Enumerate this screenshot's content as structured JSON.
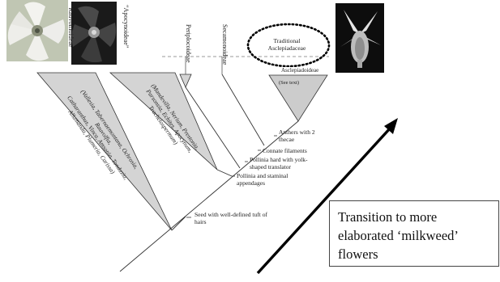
{
  "subfamilies": {
    "rauvolfioideae": "“Rauvolfioideae”",
    "apocynoideae": "“Apocynoideae”",
    "periplocoideae": "Periplocoideae",
    "secamonoideae": "Secamonoideae",
    "asclepiadoideae": "Asclepiadoideae"
  },
  "traditional_group": {
    "line1": "Traditional",
    "line2": "Asclepiadaceae"
  },
  "see_text": "(See text)",
  "clade_genera": {
    "rauvolfioideae": {
      "line1": "(Vallesia, Tabernaemontana, Ochrosia, Rauvolfia,",
      "line2": "Catharanthus, Vinca, Amsonia, Tonduzia,",
      "line3": "Allamanda, Plumeria, Carissa)"
    },
    "apocynoideae": {
      "line1": "(Mandevilla, Nerium, Prestonia,",
      "line2": "Parsonsia, Echites, Apocynum,",
      "line3": "Trachelospermum)"
    }
  },
  "character_annotations": {
    "anthers": "Anthers with 2 thecae",
    "connate": "Connate filaments",
    "pollinia_hard": "Pollinia hard with yolk-shaped translator",
    "pollinia_staminal": "Pollinia and staminal appendages",
    "seed": "Seed with well-defined tuft of hairs"
  },
  "callout": {
    "line1": "Transition to more",
    "line2": "elaborated ‘milkweed’",
    "line3": "flowers"
  },
  "colors": {
    "clade_fill": "#d4d4d4",
    "line": "#333333",
    "arrow": "#000000",
    "photo_dark": "#1a1a1a"
  }
}
